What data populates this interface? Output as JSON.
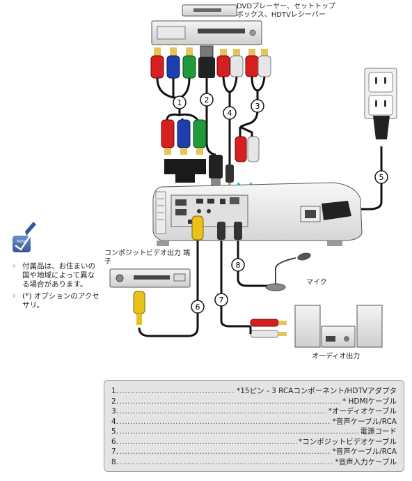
{
  "labels": {
    "dvd_player": "DVDプレーヤー、セットトップ ボックス、HDTVレシーバー",
    "composite_output": "コンポジットビデオ出力 端子",
    "microphone": "マイク",
    "audio_output": "オーディオ出力"
  },
  "note": {
    "icon_label": "Note",
    "items": [
      "付属品は、お住まいの国や地域によって異なる場合があります。",
      "(*) オプションのアクセサリ。"
    ]
  },
  "cable_numbers": [
    "1",
    "2",
    "3",
    "4",
    "5",
    "6",
    "7",
    "8"
  ],
  "legend": [
    {
      "num": "1.",
      "text": "*15ピン - 3 RCAコンポーネント/HDTVアダプタ"
    },
    {
      "num": "2.",
      "text": "* HDMIケーブル"
    },
    {
      "num": "3.",
      "text": "*オーディオケーブル"
    },
    {
      "num": "4.",
      "text": "*音声ケーブル/RCA"
    },
    {
      "num": "5.",
      "text": "電源コード"
    },
    {
      "num": "6.",
      "text": "*コンポジットビデオケーブル"
    },
    {
      "num": "7.",
      "text": "*音声ケーブル/RCA"
    },
    {
      "num": "8.",
      "text": "*音声入力ケーブル"
    }
  ],
  "colors": {
    "red": "#d42020",
    "green": "#1e9a3a",
    "blue": "#1e3fae",
    "yellow": "#e8c21a",
    "white": "#e8e8e8",
    "cyan": "#29b6e0",
    "cable": "#111111"
  }
}
